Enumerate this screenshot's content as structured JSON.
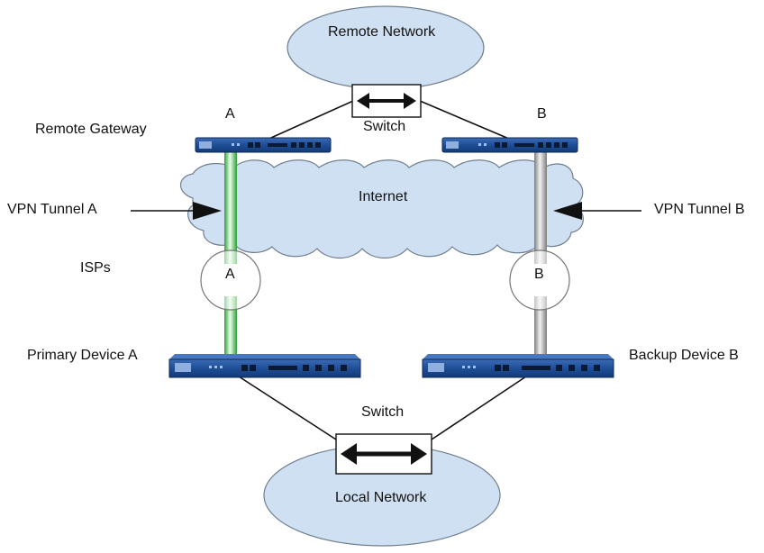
{
  "labels": {
    "remote_network": "Remote Network",
    "local_network": "Local Network",
    "internet": "Internet",
    "switch_top": "Switch",
    "switch_bottom": "Switch",
    "remote_gateway": "Remote Gateway",
    "gateway_a": "A",
    "gateway_b": "B",
    "vpn_tunnel_a": "VPN Tunnel A",
    "vpn_tunnel_b": "VPN Tunnel B",
    "isps": "ISPs",
    "isp_a": "A",
    "isp_b": "B",
    "primary_device": "Primary Device A",
    "backup_device": "Backup Device B"
  },
  "colors": {
    "cloud_fill": "#cfe0f2",
    "cloud_stroke": "#6f7f8f",
    "device_blue": "#1f4e96",
    "tunnel_a": "#3fbf4f",
    "tunnel_b": "#9a9a9a"
  }
}
